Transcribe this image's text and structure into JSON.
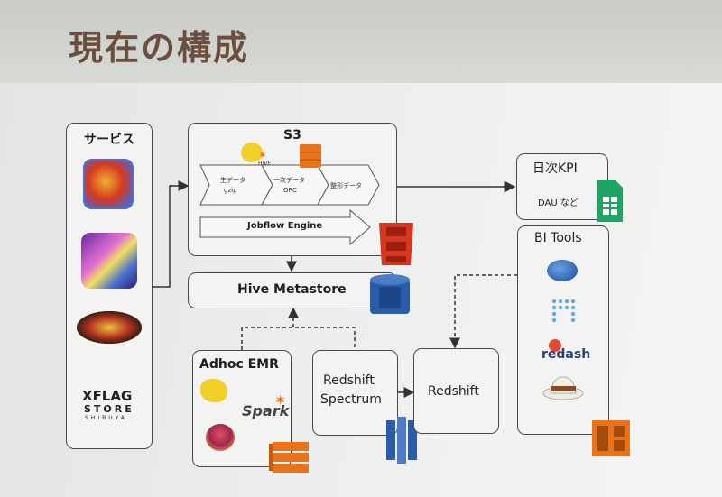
{
  "title": "現在の構成",
  "services": {
    "label": "サービス",
    "xflag_line1": "XFLAG",
    "xflag_line2": "STORE",
    "xflag_line3": "SHIBUYA"
  },
  "s3": {
    "label": "S3",
    "stage1_line1": "生データ",
    "stage1_line2": "gzip",
    "stage2_line1": "一次データ",
    "stage2_line2": "ORC",
    "stage3": "整形データ",
    "jobflow": "Jobflow Engine"
  },
  "hive_metastore": "Hive Metastore",
  "adhoc_emr": "Adhoc EMR",
  "spark_text": "Spark",
  "hive_text": "HIVE",
  "redshift_spectrum_line1": "Redshift",
  "redshift_spectrum_line2": "Spectrum",
  "redshift": "Redshift",
  "kpi": {
    "label": "日次KPI",
    "sub": "DAU など"
  },
  "bi_tools": {
    "label": "BI Tools",
    "redash": "redash"
  },
  "colors": {
    "title": "#6b4f3e",
    "aws_orange": "#e8731b",
    "aws_red": "#d9361e",
    "aws_blue": "#2a5ca8",
    "sheets_green": "#1fa463"
  }
}
